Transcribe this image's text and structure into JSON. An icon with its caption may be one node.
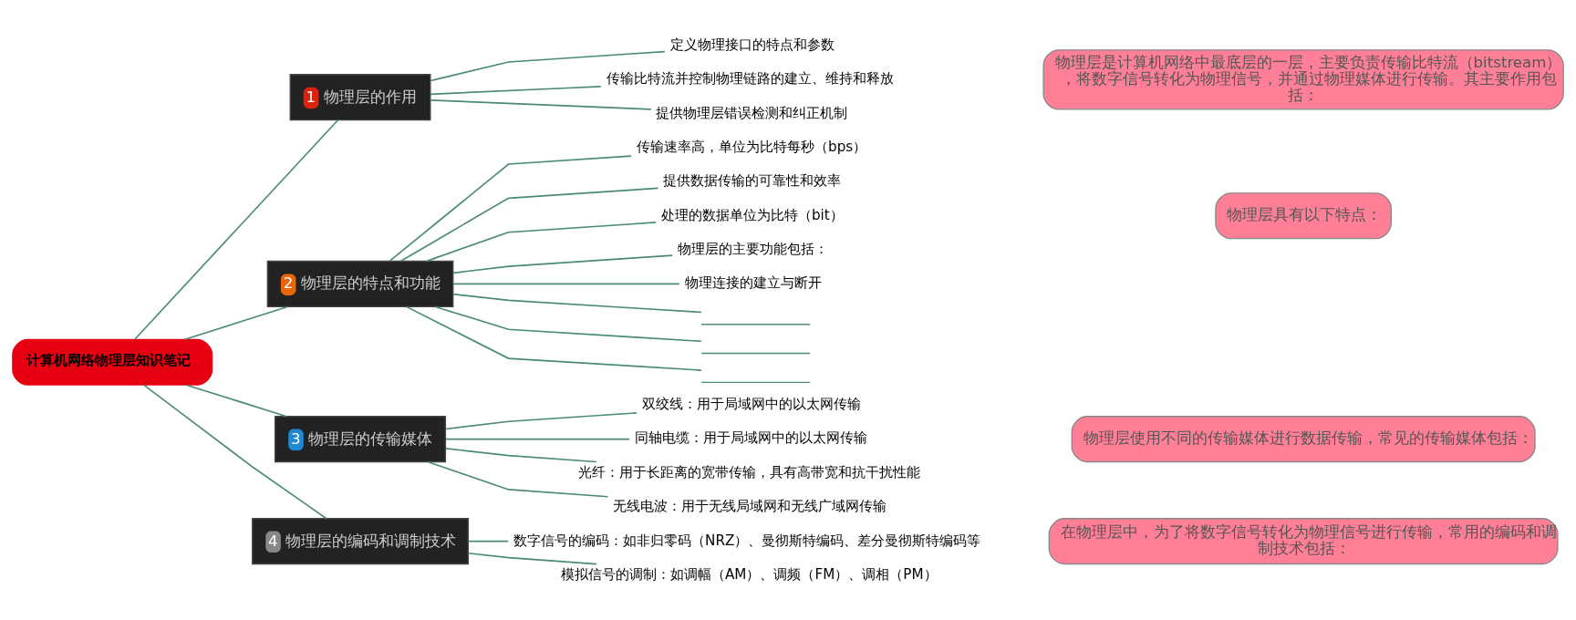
{
  "diagram": {
    "nodes": [
      {
        "text": [
          "计算机网络物理层知识笔记"
        ]
      },
      {
        "text": [
          "1",
          "物理层的作用"
        ]
      },
      {
        "text": [
          "定义物理接口的特点和参数"
        ]
      },
      {
        "text": [
          "传输比特流并控制物理链路的建立、维持和释放"
        ]
      },
      {
        "text": [
          "提供物理层错误检测和纠正机制"
        ]
      },
      {
        "text": [
          "物理层是计算机网络中最底层的一层，主要负责传输比特流（bitstream），将数字信号转化为物理信号，并通过物理媒体进行传输。其主要作用包括："
        ]
      },
      {
        "text": [
          "2",
          "物理层的特点和功能"
        ]
      },
      {
        "text": [
          "传输速率高，单位为比特每秒（bps）"
        ]
      },
      {
        "text": [
          "提供数据传输的可靠性和效率"
        ]
      },
      {
        "text": [
          "处理的数据单位为比特（bit）"
        ]
      },
      {
        "text": [
          "物理层的主要功能包括："
        ]
      },
      {
        "text": [
          "物理连接的建立与断开"
        ]
      },
      {
        "text": [],
        "shape": "line"
      },
      {
        "text": [],
        "shape": "line"
      },
      {
        "text": [],
        "shape": "line"
      },
      {
        "text": [
          "物理层具有以下特点："
        ]
      },
      {
        "text": [
          "3",
          "物理层的传输媒体"
        ]
      },
      {
        "text": [
          "双绞线：用于局域网中的以太网传输"
        ]
      },
      {
        "text": [
          "同轴电缆：用于局域网中的以太网传输"
        ]
      },
      {
        "text": [
          "光纤：用于长距离的宽带传输，具有高带宽和抗干扰性能"
        ]
      },
      {
        "text": [
          "无线电波：用于无线局域网和无线广域网传输"
        ]
      },
      {
        "text": [
          "物理层使用不同的传输媒体进行数据传输，常见的传输媒体包括："
        ]
      },
      {
        "text": [
          "4",
          "物理层的编码和调制技术"
        ]
      },
      {
        "text": [
          "数字信号的编码：如非归零码（NRZ）、曼彻斯特编码、差分曼彻斯特编码等"
        ]
      },
      {
        "text": [
          "模拟信号的调制：如调幅（AM）、调频（FM）、调相（PM）"
        ]
      },
      {
        "text": [
          "在物理层中，为了将数字信号转化为物理信号进行传输，常用的编码和调制技术包括："
        ]
      }
    ],
    "edges": [
      {
        "from": 0,
        "to": 1,
        "arrow": "none"
      },
      {
        "from": 0,
        "to": 6,
        "arrow": "none"
      },
      {
        "from": 0,
        "to": 16,
        "arrow": "none"
      },
      {
        "from": 0,
        "to": 22,
        "arrow": "none"
      },
      {
        "from": 1,
        "to": 2,
        "arrow": "none"
      },
      {
        "from": 1,
        "to": 3,
        "arrow": "none"
      },
      {
        "from": 1,
        "to": 4,
        "arrow": "none"
      },
      {
        "from": 6,
        "to": 7,
        "arrow": "none"
      },
      {
        "from": 6,
        "to": 8,
        "arrow": "none"
      },
      {
        "from": 6,
        "to": 9,
        "arrow": "none"
      },
      {
        "from": 6,
        "to": 10,
        "arrow": "none"
      },
      {
        "from": 6,
        "to": 11,
        "arrow": "none"
      },
      {
        "from": 6,
        "to": 12,
        "arrow": "none"
      },
      {
        "from": 6,
        "to": 13,
        "arrow": "none"
      },
      {
        "from": 6,
        "to": 14,
        "arrow": "none"
      },
      {
        "from": 16,
        "to": 17,
        "arrow": "none"
      },
      {
        "from": 16,
        "to": 18,
        "arrow": "none"
      },
      {
        "from": 16,
        "to": 19,
        "arrow": "none"
      },
      {
        "from": 16,
        "to": 20,
        "arrow": "none"
      },
      {
        "from": 22,
        "to": 23,
        "arrow": "none"
      },
      {
        "from": 22,
        "to": 24,
        "arrow": "none"
      }
    ]
  }
}
